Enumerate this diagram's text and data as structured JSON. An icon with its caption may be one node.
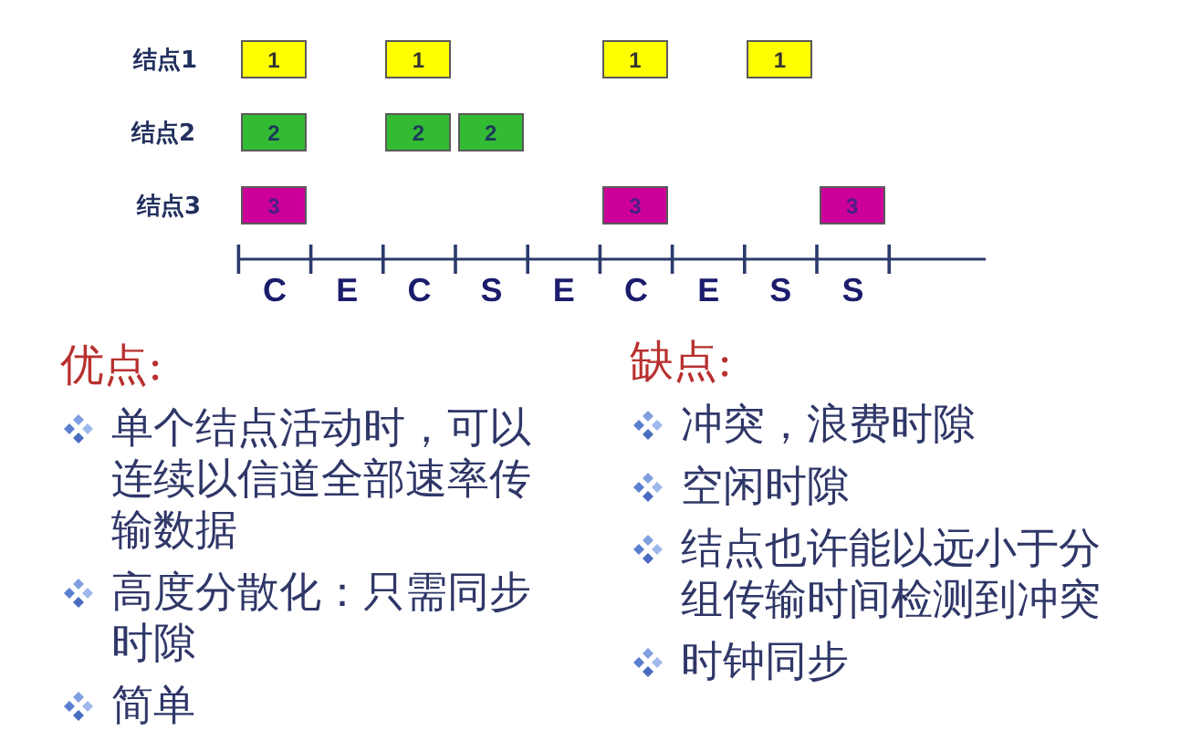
{
  "diagram": {
    "nodes": [
      {
        "text": [
          "1"
        ]
      },
      {
        "text": [
          "1"
        ]
      },
      {
        "text": [
          "1"
        ]
      },
      {
        "text": [
          "1"
        ]
      },
      {
        "text": [
          "2"
        ]
      },
      {
        "text": [
          "2"
        ]
      },
      {
        "text": [
          "2"
        ]
      },
      {
        "text": [
          "3"
        ]
      },
      {
        "text": [
          "3"
        ]
      },
      {
        "text": [
          "3"
        ]
      }
    ],
    "labels": [
      "结点1",
      "结点2",
      "结点3",
      "C",
      "E",
      "C",
      "S",
      "E",
      "C",
      "E",
      "S",
      "S",
      "优点:",
      "单个结点活动时，可以连续以信道全部速率传输数据",
      "高度分散化：只需同步时隙",
      "简单",
      "缺点:",
      "冲突，浪费时隙",
      "空闲时隙",
      "结点也许能以远小于分组传输时间检测到冲突",
      "时钟同步"
    ]
  }
}
